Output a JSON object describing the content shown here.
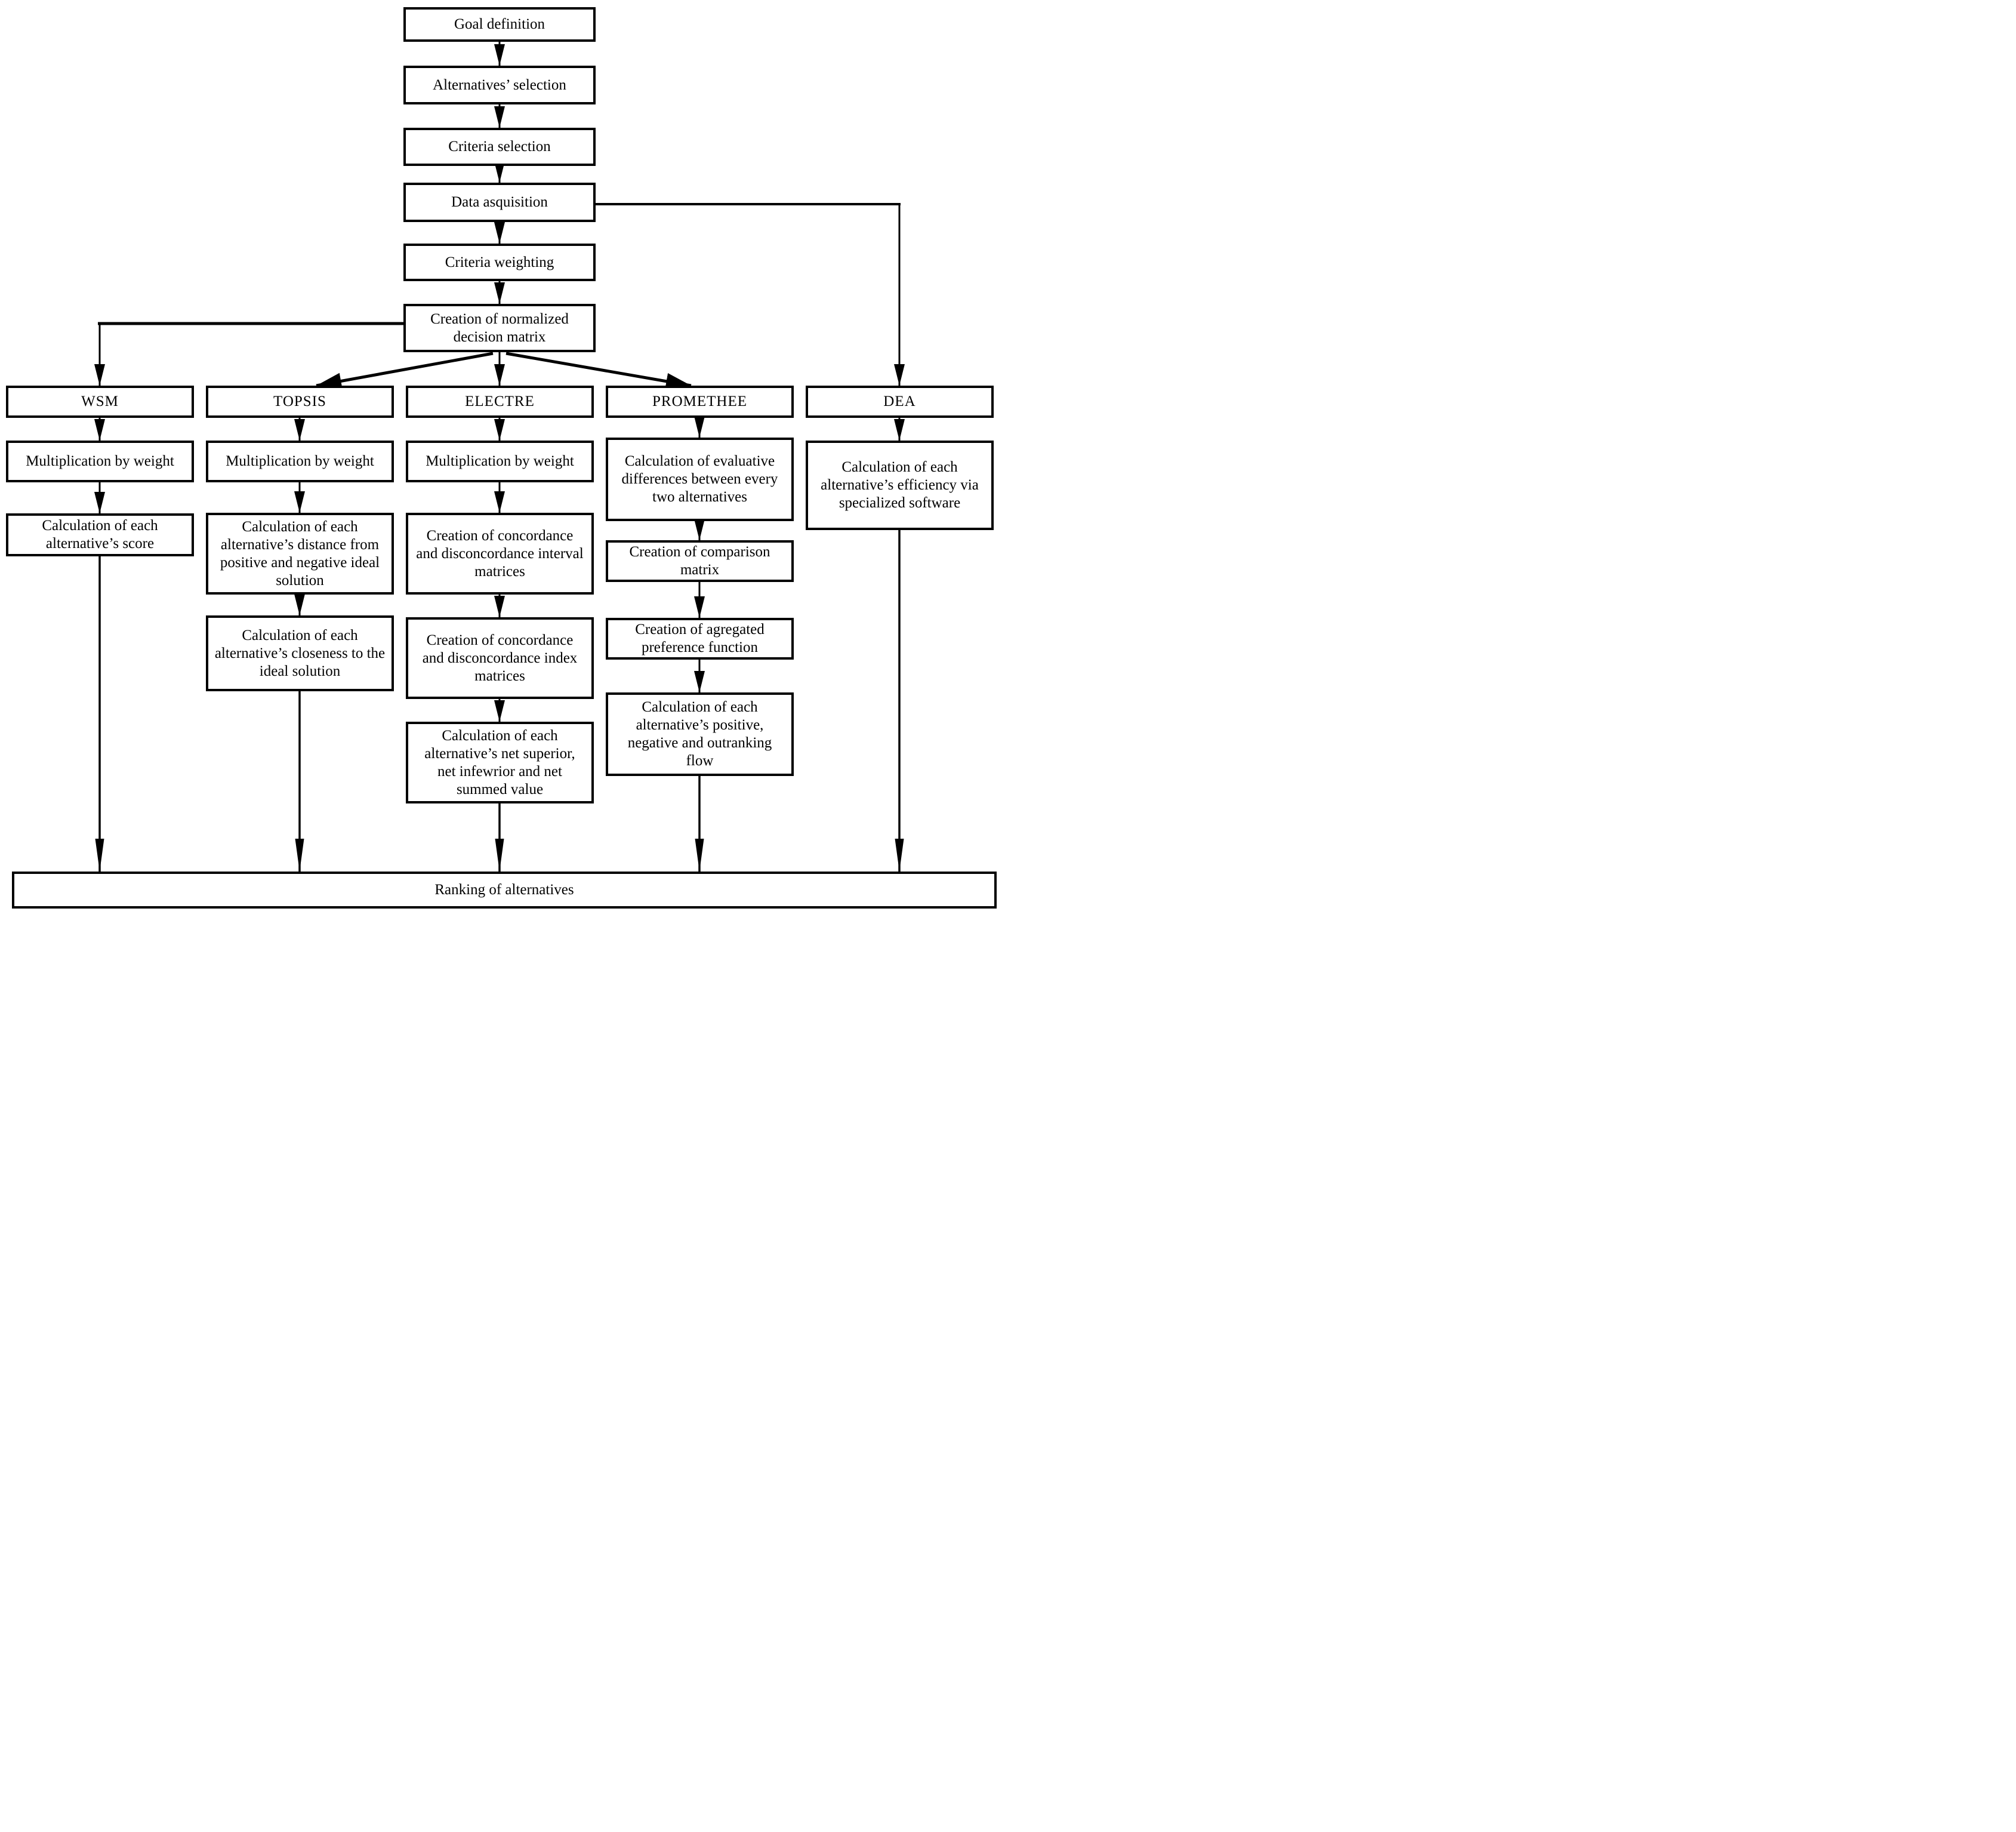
{
  "flowchart": {
    "preprocessing": {
      "goal": "Goal definition",
      "alternatives_selection": "Alternatives’ selection",
      "criteria_selection": "Criteria selection",
      "data_acquisition": "Data asquisition",
      "criteria_weighting": "Criteria weighting",
      "normalized_matrix": "Creation of normalized decision matrix"
    },
    "methods": {
      "wsm": {
        "name": "WSM",
        "steps": [
          "Multiplication by weight",
          "Calculation of each alternative’s score"
        ]
      },
      "topsis": {
        "name": "TOPSIS",
        "steps": [
          "Multiplication by weight",
          "Calculation of each alternative’s distance from positive and negative ideal solution",
          "Calculation of each alternative’s closeness to the ideal solution"
        ]
      },
      "electre": {
        "name": "ELECTRE",
        "steps": [
          "Multiplication by weight",
          "Creation of concordance and disconcordance interval matrices",
          "Creation of concordance and disconcordance index matrices",
          "Calculation of each alternative’s net superior, net infewrior and net summed value"
        ]
      },
      "promethee": {
        "name": "PROMETHEE",
        "steps": [
          "Calculation of evaluative differences between every two alternatives",
          "Creation of comparison matrix",
          "Creation of agregated preference function",
          "Calculation of each alternative’s positive, negative and outranking flow"
        ]
      },
      "dea": {
        "name": "DEA",
        "steps": [
          "Calculation of each alternative’s efficiency via specialized software"
        ]
      }
    },
    "final": "Ranking of alternatives"
  },
  "colors": {
    "line": "#000000",
    "box_border": "#000000",
    "box_background": "#ffffff",
    "text": "#000000",
    "page_background": "#ffffff"
  }
}
